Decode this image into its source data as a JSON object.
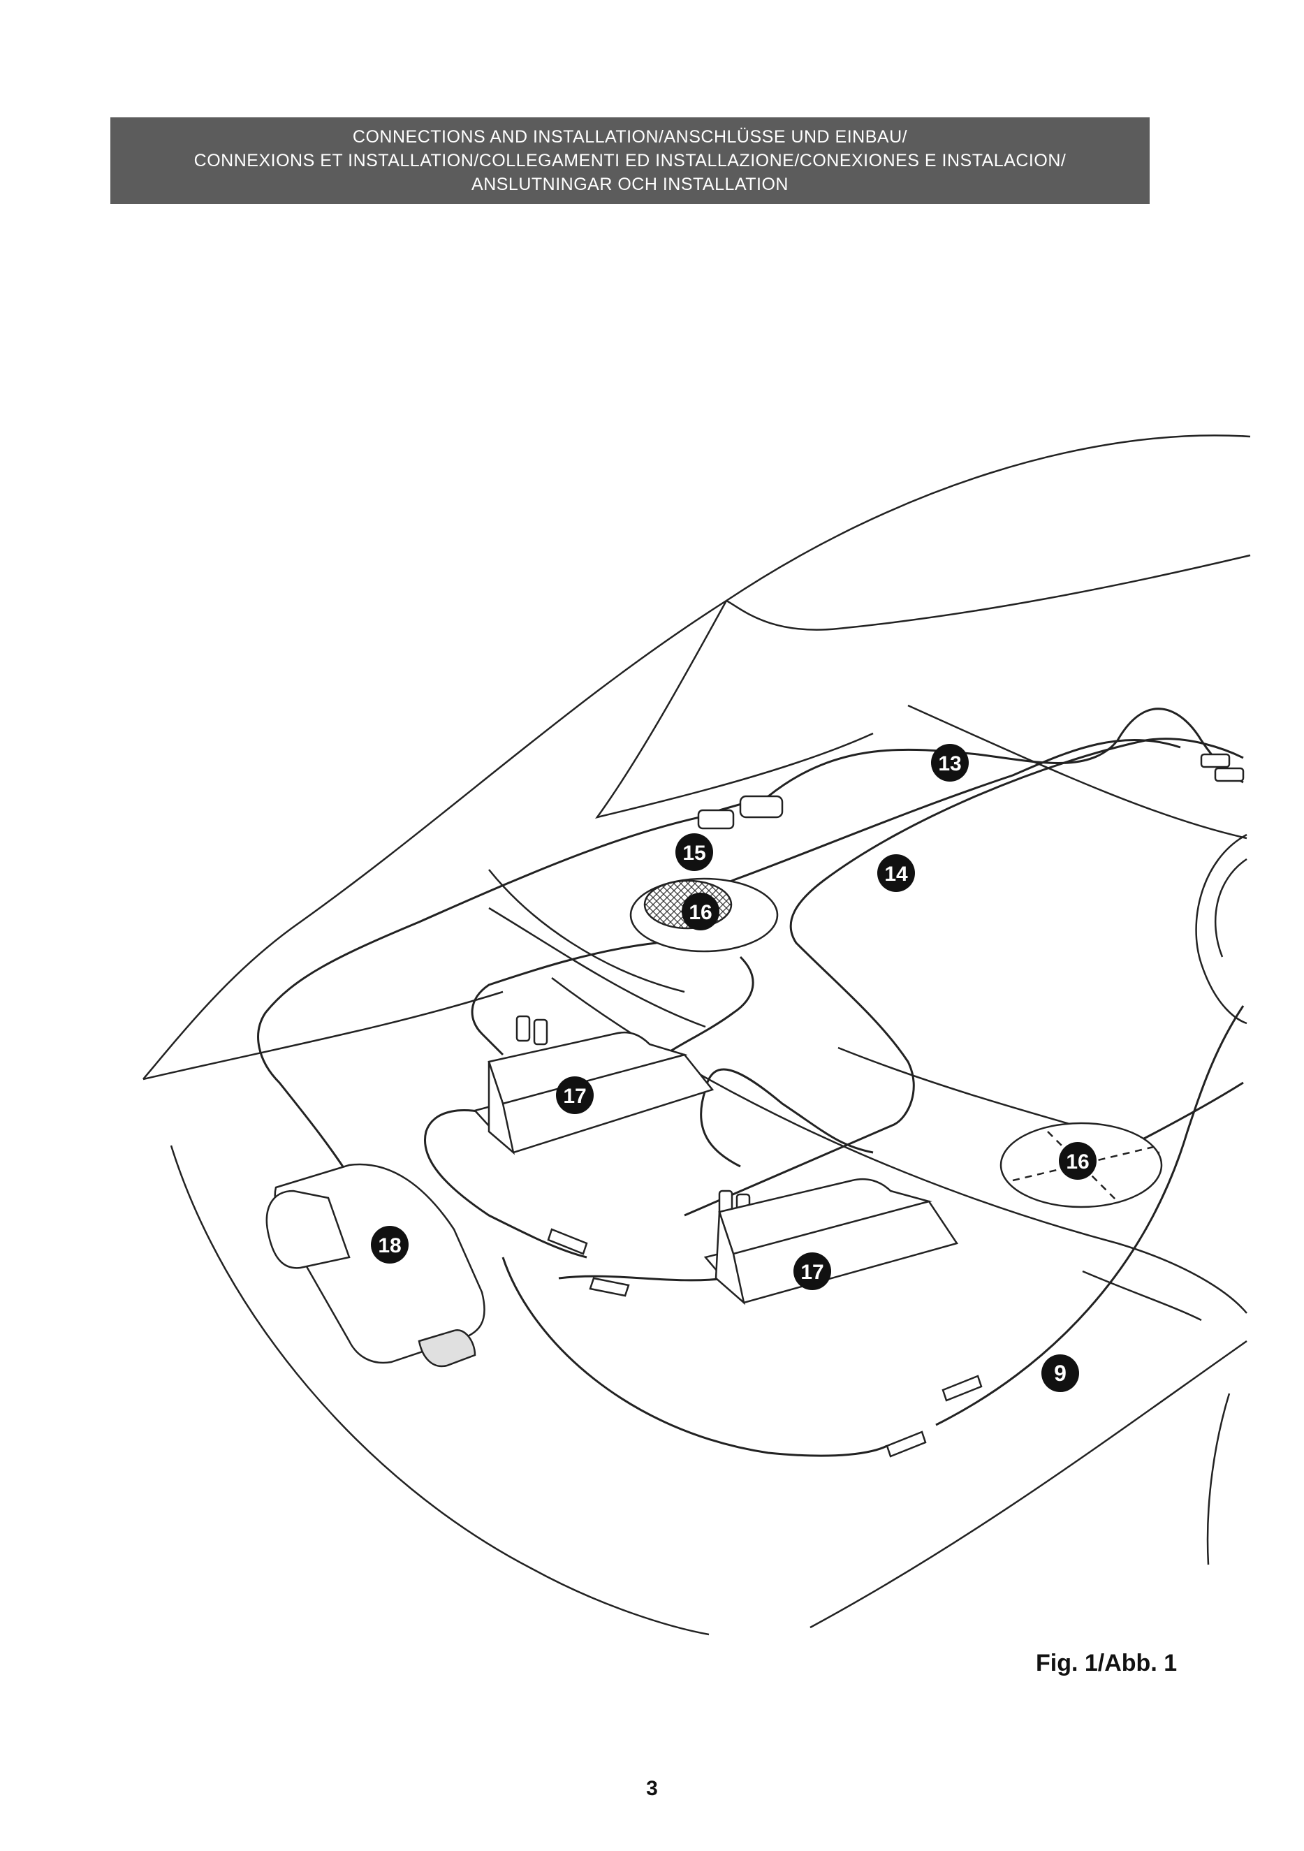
{
  "header": {
    "lines": [
      "CONNECTIONS AND INSTALLATION/ANSCHLÜSSE UND EINBAU/",
      "CONNEXIONS ET INSTALLATION/COLLEGAMENTI ED INSTALLAZIONE/CONEXIONES E INSTALACION/",
      "ANSLUTNINGAR OCH INSTALLATION"
    ]
  },
  "figure": {
    "callouts": {
      "c13": "13",
      "c14": "14",
      "c15": "15",
      "c16a": "16",
      "c16b": "16",
      "c17a": "17",
      "c17b": "17",
      "c18": "18",
      "c9": "9"
    },
    "caption": "Fig. 1/Abb. 1"
  },
  "page": {
    "number": "3"
  },
  "colors": {
    "header_bg": "#5c5c5c",
    "ink": "#111111",
    "paper": "#ffffff"
  }
}
